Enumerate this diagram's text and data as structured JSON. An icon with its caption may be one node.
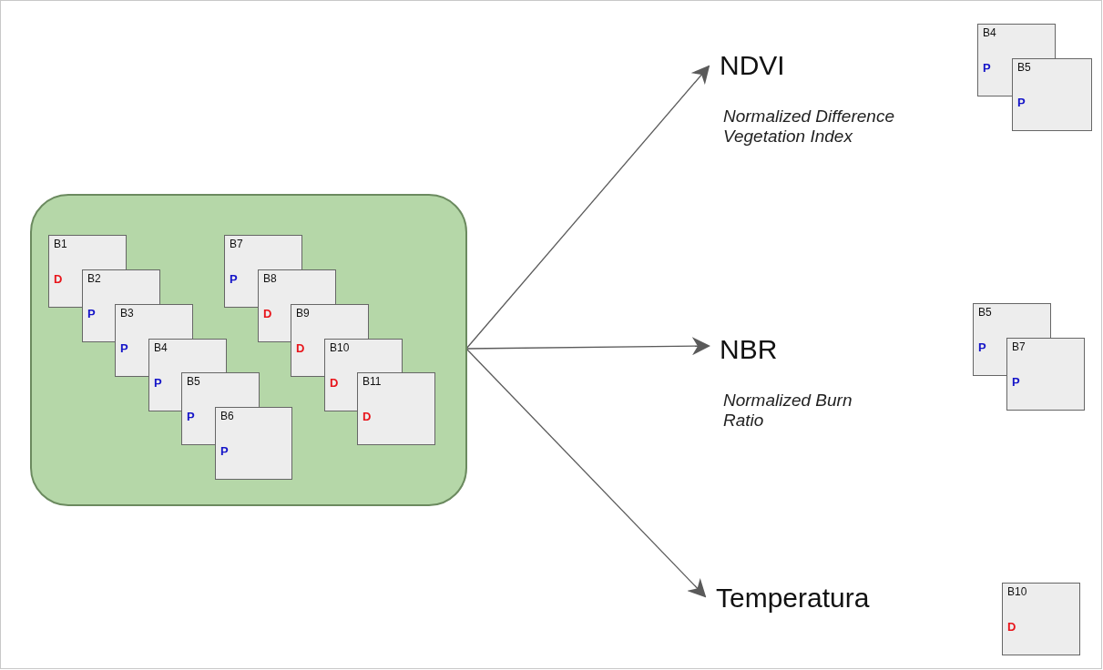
{
  "diagram": {
    "nodes": [
      {
        "text": [],
        "shape": "box"
      },
      {
        "text": [
          "B1",
          "D"
        ],
        "in": 0
      },
      {
        "text": [
          "B2",
          "P"
        ],
        "in": 0
      },
      {
        "text": [
          "B3",
          "P"
        ],
        "in": 0
      },
      {
        "text": [
          "B4",
          "P"
        ],
        "in": 0
      },
      {
        "text": [
          "B5",
          "P"
        ],
        "in": 0
      },
      {
        "text": [
          "B6",
          "P"
        ],
        "in": 0
      },
      {
        "text": [
          "B7",
          "P"
        ],
        "in": 0
      },
      {
        "text": [
          "B8",
          "D"
        ],
        "in": 0
      },
      {
        "text": [
          "B9",
          "D"
        ],
        "in": 0
      },
      {
        "text": [
          "B10",
          "D"
        ],
        "in": 0
      },
      {
        "text": [
          "B11",
          "D"
        ],
        "in": 0
      },
      {
        "text": [
          "NDVI",
          "Normalized Difference Vegetation Index"
        ]
      },
      {
        "text": [
          "B4",
          "P"
        ]
      },
      {
        "text": [
          "B5",
          "P"
        ]
      },
      {
        "text": [
          "NBR",
          "Normalized Burn Ratio"
        ]
      },
      {
        "text": [
          "B5",
          "P"
        ]
      },
      {
        "text": [
          "B7",
          "P"
        ]
      },
      {
        "text": [
          "Temperatura"
        ]
      },
      {
        "text": [
          "B10",
          "D"
        ]
      }
    ],
    "edges": [
      {
        "from": 0,
        "to": 12,
        "arrow": "to"
      },
      {
        "from": 0,
        "to": 15,
        "arrow": "to"
      },
      {
        "from": 0,
        "to": 18,
        "arrow": "to"
      }
    ]
  }
}
